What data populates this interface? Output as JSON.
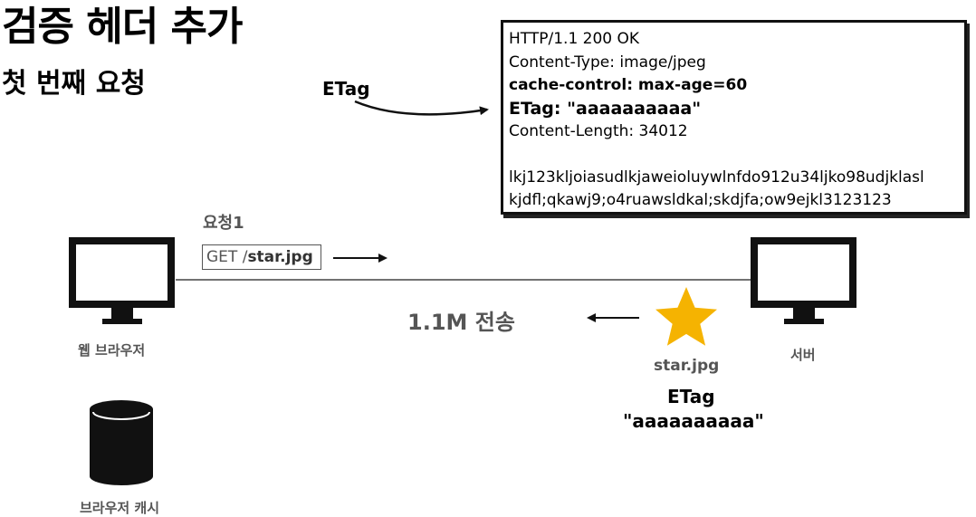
{
  "title": "검증 헤더 추가",
  "subtitle": "첫 번째 요청",
  "etag_label": "ETag",
  "response": {
    "lines": [
      {
        "text": "HTTP/1.1 200 OK",
        "bold": false
      },
      {
        "text": "Content-Type: image/jpeg",
        "bold": false
      },
      {
        "text": "cache-control: max-age=60",
        "bold": true
      },
      {
        "text": "ETag: \"aaaaaaaaaa\"",
        "bold": true
      },
      {
        "text": "Content-Length: 34012",
        "bold": false
      }
    ],
    "body_lines": [
      "lkj123kljoiasudlkjaweioluywlnfdo912u34ljko98udjklasl",
      "kjdfl;qkawj9;o4ruawsldkal;skdjfa;ow9ejkl3123123"
    ]
  },
  "request": {
    "label": "요청1",
    "method": "GET /",
    "path": "star.jpg"
  },
  "transfer_label": "1.1M 전송",
  "browser_label": "웹 브라우저",
  "server_label": "서버",
  "file": {
    "name": "star.jpg",
    "etag_label": "ETag",
    "etag_value": "\"aaaaaaaaaa\""
  },
  "cache_label": "브라우저 캐시",
  "colors": {
    "star": "#F5B301",
    "text_gray": "#555555",
    "dark": "#111111"
  }
}
